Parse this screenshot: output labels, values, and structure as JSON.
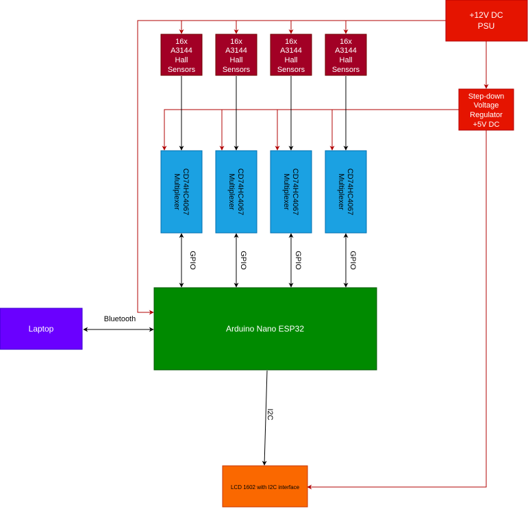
{
  "colors": {
    "psu": "#e51400",
    "psu_stroke": "#b20000",
    "sensor": "#a20025",
    "sensor_stroke": "#6f0000",
    "mux": "#1ba1e2",
    "mux_stroke": "#006eaf",
    "arduino": "#008a00",
    "arduino_stroke": "#005700",
    "laptop": "#6a00ff",
    "laptop_stroke": "#3700cc",
    "lcd": "#fa6800",
    "lcd_stroke": "#c73500",
    "power_line": "#b20000",
    "signal_line": "#000000",
    "text_light": "#ffffff",
    "text_dark": "#000000"
  },
  "psu": {
    "line1": "+12V DC",
    "line2": "PSU"
  },
  "regulator": {
    "lines": [
      "Step-down",
      "Voltage",
      "Regulator",
      "+5V DC"
    ]
  },
  "sensors": [
    {
      "lines": [
        "16x",
        "A3144",
        "Hall",
        "Sensors"
      ]
    },
    {
      "lines": [
        "16x",
        "A3144",
        "Hall",
        "Sensors"
      ]
    },
    {
      "lines": [
        "16x",
        "A3144",
        "Hall",
        "Sensors"
      ]
    },
    {
      "lines": [
        "16x",
        "A3144",
        "Hall",
        "Sensors"
      ]
    }
  ],
  "multiplexers": [
    {
      "lines": [
        "CD74HC4067",
        "Multiplexer"
      ]
    },
    {
      "lines": [
        "CD74HC4067",
        "Multiplexer"
      ]
    },
    {
      "lines": [
        "CD74HC4067",
        "Multiplexer"
      ]
    },
    {
      "lines": [
        "CD74HC4067",
        "Multiplexer"
      ]
    }
  ],
  "gpio_labels": [
    "GPIO",
    "GPIO",
    "GPIO",
    "GPIO"
  ],
  "arduino": {
    "label": "Arduino Nano ESP32"
  },
  "laptop": {
    "label": "Laptop"
  },
  "bluetooth_label": "Bluetooth",
  "i2c_label": "I2C",
  "lcd": {
    "label": "LCD 1602 with I2C interface"
  }
}
